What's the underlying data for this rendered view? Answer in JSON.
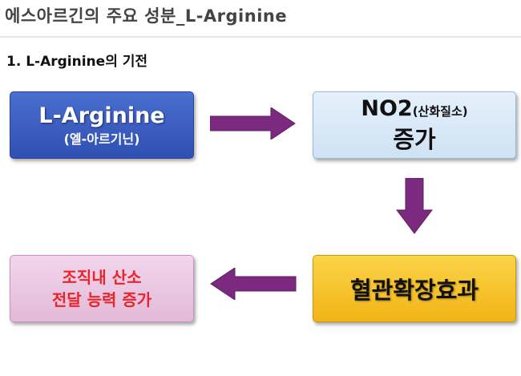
{
  "header": {
    "title": "에스아르긴의 주요 성분_L-Arginine"
  },
  "section": {
    "title": "1. L-Arginine의 기전"
  },
  "nodes": {
    "arginine": {
      "line1": "L-Arginine",
      "line2": "(엘-아르기닌)"
    },
    "no2": {
      "line1": "NO2",
      "line1_suffix": "(산화질소)",
      "line2": "증가"
    },
    "vasodilation": {
      "line1": "혈관확장효과"
    },
    "oxygen": {
      "line1": "조직내 산소",
      "line2": "전달 능력 증가"
    }
  },
  "colors": {
    "arrow": "#7b2a7f",
    "blue": "#3a5cc0",
    "yellow": "#f5c225",
    "pink": "#ecc8e4",
    "red": "#e8262a"
  }
}
